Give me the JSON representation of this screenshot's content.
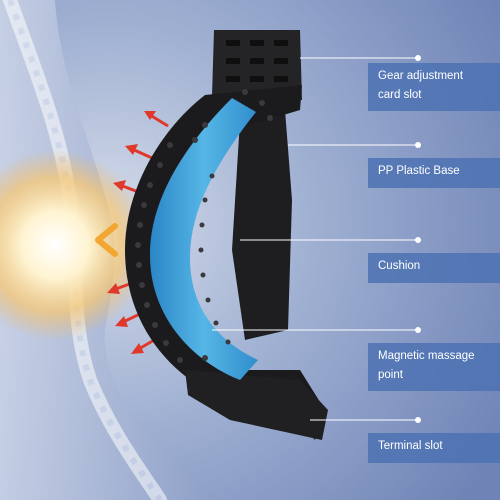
{
  "callouts": [
    {
      "lines": [
        "Gear adjustment",
        "card slot"
      ]
    },
    {
      "lines": [
        "PP Plastic Base"
      ]
    },
    {
      "lines": [
        "Cushion"
      ]
    },
    {
      "lines": [
        "Magnetic massage",
        "point"
      ]
    },
    {
      "lines": [
        "Terminal slot"
      ]
    }
  ],
  "colors": {
    "background": "#aebbd6",
    "callout_box": "#4a70b2",
    "cushion": "#3e9fd6",
    "base": "#1b1b1d",
    "arrow": "#e0392b",
    "glow": "#fff2c8"
  },
  "icons": [
    "spine-icon",
    "arrow-icon",
    "chevron-left-icon",
    "leader-dot-icon"
  ]
}
